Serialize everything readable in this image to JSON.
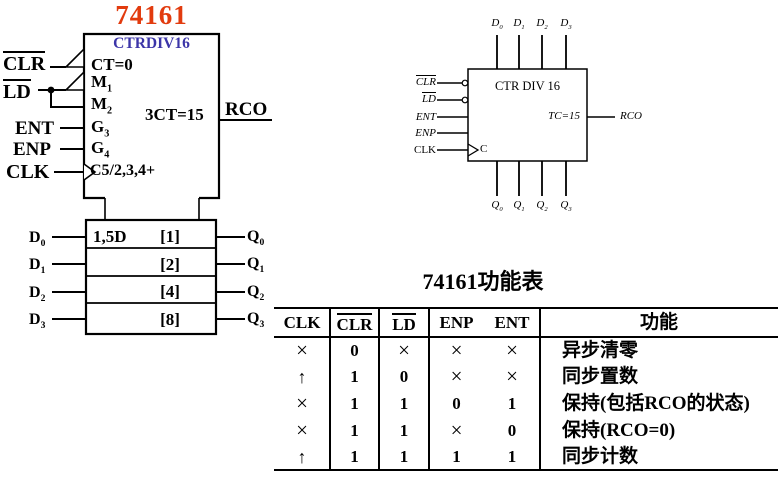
{
  "colors": {
    "title_red": "#e23b0e",
    "inner_blue": "#3c35a8",
    "ink": "#000000",
    "background": "#ffffff"
  },
  "left_symbol": {
    "title": "74161",
    "inner_title": "CTRDIV16",
    "ct0_label": "CT=0",
    "mode_pins": [
      {
        "base": "M",
        "sub": "1"
      },
      {
        "base": "M",
        "sub": "2"
      }
    ],
    "gate_pins": [
      {
        "base": "G",
        "sub": "3"
      },
      {
        "base": "G",
        "sub": "4"
      }
    ],
    "clock_pin_label": "C5/2,3,4+",
    "output_inner_label": "3CT=15",
    "output_pin_label": "RCO",
    "input_labels": {
      "clr": "CLR",
      "ld": "LD",
      "ent": "ENT",
      "enp": "ENP",
      "clk": "CLK"
    },
    "register": {
      "first_cell_label": "1,5D",
      "weights": [
        "[1]",
        "[2]",
        "[4]",
        "[8]"
      ],
      "data_pins": [
        {
          "base": "D",
          "sub": "0"
        },
        {
          "base": "D",
          "sub": "1"
        },
        {
          "base": "D",
          "sub": "2"
        },
        {
          "base": "D",
          "sub": "3"
        }
      ],
      "output_pins": [
        {
          "base": "Q",
          "sub": "0"
        },
        {
          "base": "Q",
          "sub": "1"
        },
        {
          "base": "Q",
          "sub": "2"
        },
        {
          "base": "Q",
          "sub": "3"
        }
      ]
    }
  },
  "simple_symbol": {
    "box_title": "CTR DIV 16",
    "top_pins": [
      {
        "base": "D",
        "sub": "0"
      },
      {
        "base": "D",
        "sub": "1"
      },
      {
        "base": "D",
        "sub": "2"
      },
      {
        "base": "D",
        "sub": "3"
      }
    ],
    "bottom_pins": [
      {
        "base": "Q",
        "sub": "0"
      },
      {
        "base": "Q",
        "sub": "1"
      },
      {
        "base": "Q",
        "sub": "2"
      },
      {
        "base": "Q",
        "sub": "3"
      }
    ],
    "left_labels": {
      "clr": "CLR",
      "ld": "LD",
      "ent": "ENT",
      "enp": "ENP",
      "clk": "CLK"
    },
    "clock_inner_label": "C",
    "tc_label": "TC=15",
    "rco_label": "RCO"
  },
  "function_table": {
    "title": "74161功能表",
    "headers": {
      "clk": "CLK",
      "clr": "CLR",
      "ld": "LD",
      "enp": "ENP",
      "ent": "ENT",
      "func": "功能"
    },
    "rows": [
      {
        "clk": "×",
        "clr": "0",
        "ld": "×",
        "enp": "×",
        "ent": "×",
        "func": "异步清零"
      },
      {
        "clk": "↑",
        "clr": "1",
        "ld": "0",
        "enp": "×",
        "ent": "×",
        "func": "同步置数"
      },
      {
        "clk": "×",
        "clr": "1",
        "ld": "1",
        "enp": "0",
        "ent": "1",
        "func": "保持(包括RCO的状态)"
      },
      {
        "clk": "×",
        "clr": "1",
        "ld": "1",
        "enp": "×",
        "ent": "0",
        "func": "保持(RCO=0)"
      },
      {
        "clk": "↑",
        "clr": "1",
        "ld": "1",
        "enp": "1",
        "ent": "1",
        "func": "同步计数"
      }
    ]
  }
}
